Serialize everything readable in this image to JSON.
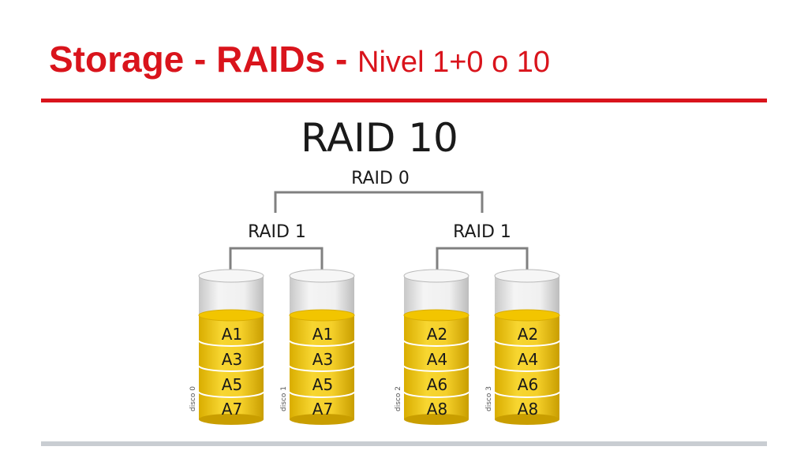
{
  "header": {
    "title_bold": "Storage - RAIDs - ",
    "title_normal": "Nivel 1+0 o 10"
  },
  "diagram": {
    "title": "RAID 10",
    "top_label": "RAID 0",
    "groups": [
      {
        "label": "RAID 1"
      },
      {
        "label": "RAID 1"
      }
    ],
    "disks": [
      {
        "name": "disco 0",
        "blocks": [
          "A1",
          "A3",
          "A5",
          "A7"
        ]
      },
      {
        "name": "disco 1",
        "blocks": [
          "A1",
          "A3",
          "A5",
          "A7"
        ]
      },
      {
        "name": "disco 2",
        "blocks": [
          "A2",
          "A4",
          "A6",
          "A8"
        ]
      },
      {
        "name": "disco 3",
        "blocks": [
          "A2",
          "A4",
          "A6",
          "A8"
        ]
      }
    ]
  },
  "colors": {
    "accent": "#d9141c",
    "disk_fill": "#f2c811",
    "disk_empty": "#e8e8e8",
    "connector": "#808080"
  }
}
